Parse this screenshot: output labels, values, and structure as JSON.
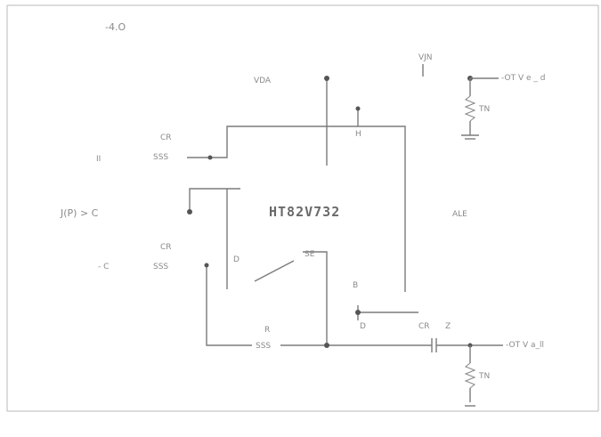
{
  "diagram": {
    "part_number": "HT82V732",
    "labels": {
      "top_left": "-4.O",
      "vdd": "VDA",
      "vdd_top": "VJN",
      "out_top": "-OT V e _ d",
      "res_top": "TN",
      "pin_top": "H",
      "cap_upper": "CR",
      "res_upper": "SSS",
      "in_left": "II",
      "in_mid": "J(P) > C",
      "in_lower_prefix": "- C",
      "cap_lower": "CR",
      "res_lower": "SSS",
      "pin_left": "D",
      "pin_right": "SE",
      "pin_b": "B",
      "pin_b2": "D",
      "res_fb_top": "R",
      "res_fb": "SSS",
      "cap_out": "CR",
      "cap_out2": "Z",
      "out_bottom": "-OT V a_ll",
      "res_bottom": "TN",
      "right_mid": "ALE"
    }
  }
}
